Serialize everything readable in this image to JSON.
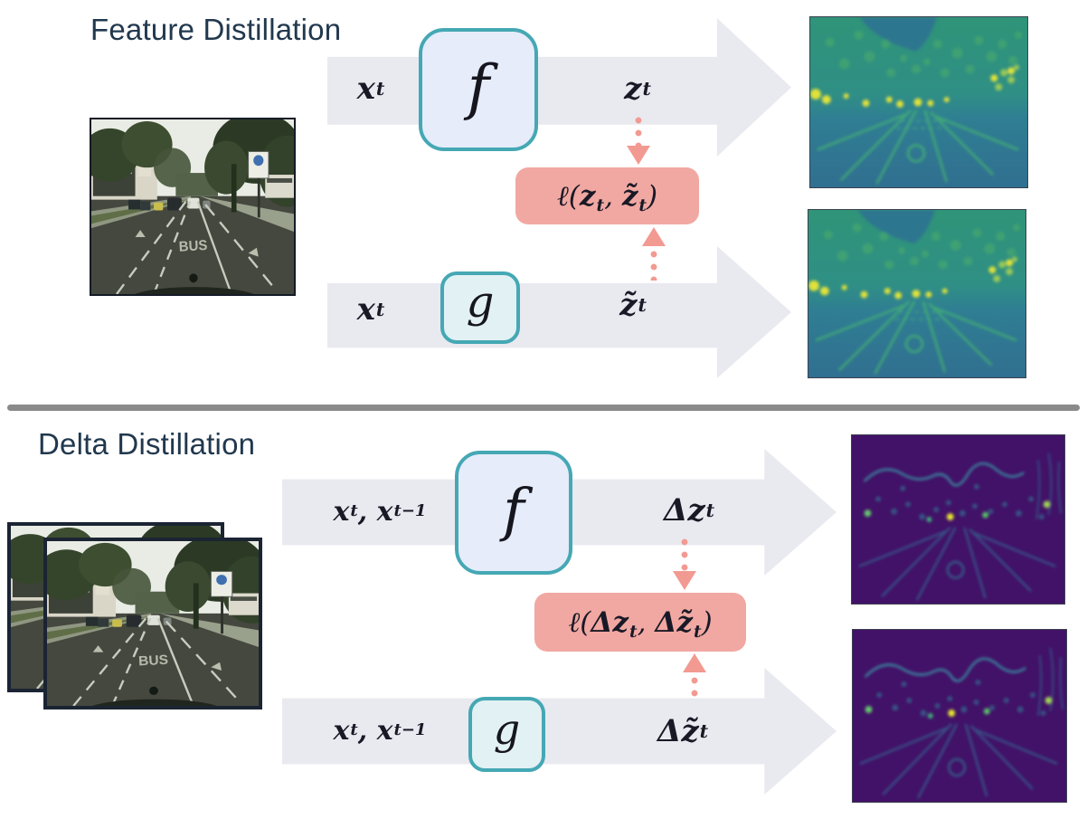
{
  "colors": {
    "title": "#21384e",
    "arrow_gray": "#e9e9f0",
    "teal_border": "#45a8b4",
    "f_box_fill": "#e6ecfa",
    "g_box_fill": "#e2f1f4",
    "loss_fill": "#f1a8a2",
    "connector_pink": "#f29a92",
    "divider_gray": "#8a8a8a",
    "math_ink": "#191926"
  },
  "feature_distillation": {
    "title": "Feature Distillation",
    "teacher": {
      "input_base": "x",
      "input_sub": "t",
      "module": "f",
      "output_base": "z",
      "output_sub": "t"
    },
    "student": {
      "input_base": "x",
      "input_sub": "t",
      "module": "g",
      "output_base": "z̃",
      "output_sub": "t"
    },
    "loss": {
      "pre": "ℓ(",
      "arg1_base": "z",
      "arg1_sub": "t",
      "sep": ", ",
      "arg2_base": "z̃",
      "arg2_sub": "t",
      "post": ")"
    }
  },
  "delta_distillation": {
    "title": "Delta Distillation",
    "teacher": {
      "input_b1": "x",
      "input_s1": "t",
      "input_sep": ", ",
      "input_b2": "x",
      "input_s2": "t−1",
      "module": "f",
      "output_base": "Δz",
      "output_sub": "t"
    },
    "student": {
      "input_b1": "x",
      "input_s1": "t",
      "input_sep": ", ",
      "input_b2": "x",
      "input_s2": "t−1",
      "module": "g",
      "output_base": "Δz̃",
      "output_sub": "t"
    },
    "loss": {
      "pre": "ℓ(",
      "arg1_base": "Δz",
      "arg1_sub": "t",
      "sep": ", ",
      "arg2_base": "Δz̃",
      "arg2_sub": "t",
      "post": ")"
    }
  },
  "street_photo": {
    "road_marking": "BUS"
  }
}
